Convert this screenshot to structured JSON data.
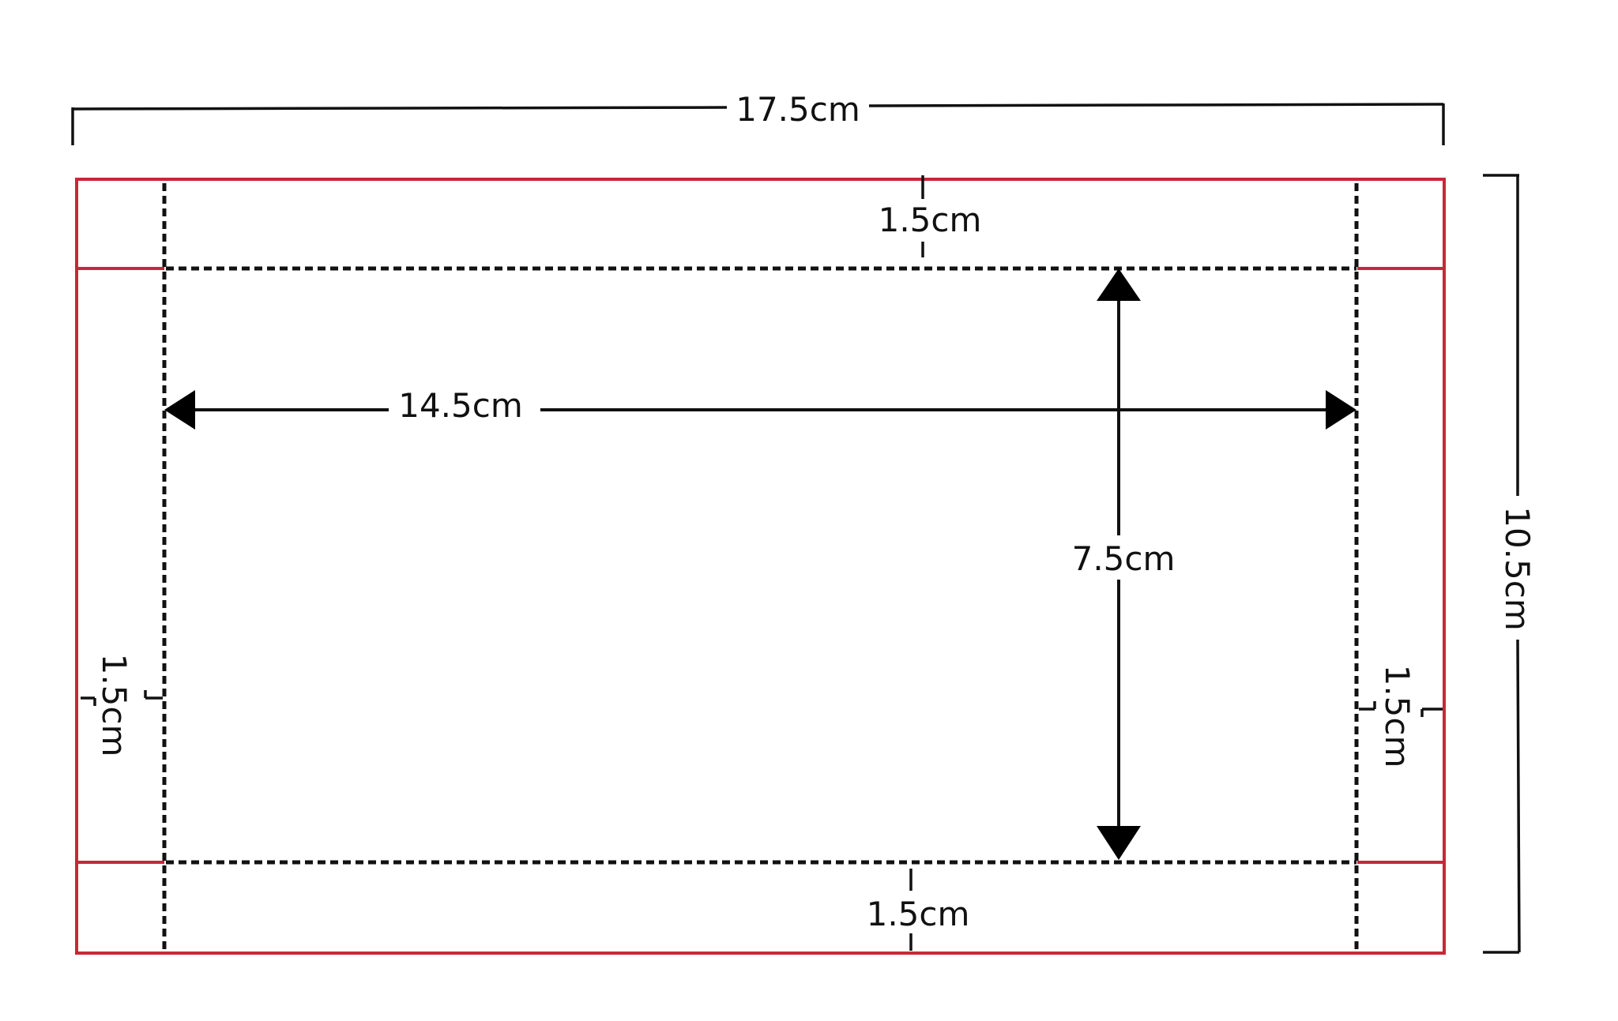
{
  "labels": {
    "overall_width": "17.5cm",
    "overall_height": "10.5cm",
    "inner_width": "14.5cm",
    "inner_height": "7.5cm",
    "margin_top": "1.5cm",
    "margin_bottom": "1.5cm",
    "margin_left": "1.5cm",
    "margin_right": "1.5cm"
  },
  "colors": {
    "outer_border": "#c62839",
    "lines": "#111111"
  }
}
